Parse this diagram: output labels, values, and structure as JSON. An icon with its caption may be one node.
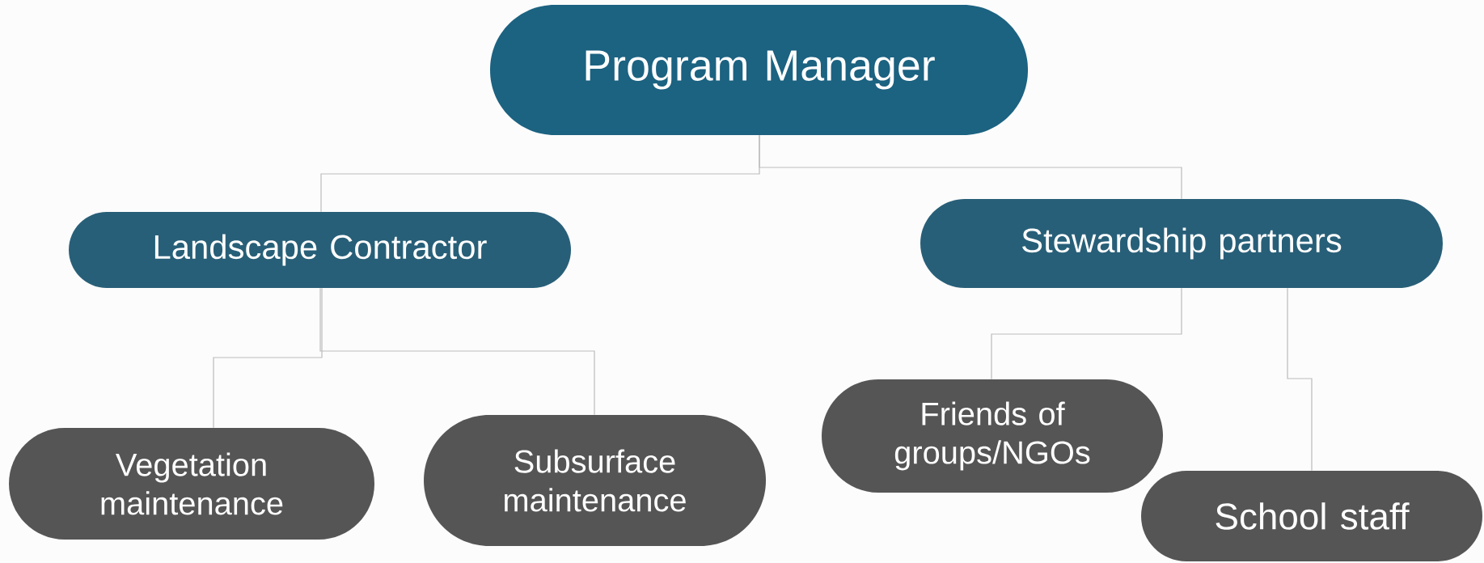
{
  "diagram": {
    "nodes": [
      {
        "text": [
          "Program Manager"
        ]
      },
      {
        "text": [
          "Landscape Contractor"
        ]
      },
      {
        "text": [
          "Stewardship partners"
        ]
      },
      {
        "text": [
          "Vegetation maintenance"
        ]
      },
      {
        "text": [
          "Subsurface maintenance"
        ]
      },
      {
        "text": [
          "Friends of groups/NGOs"
        ]
      },
      {
        "text": [
          "School staff"
        ]
      }
    ],
    "edges": [
      {
        "from": 0,
        "to": 1,
        "arrow": "none"
      },
      {
        "from": 0,
        "to": 2,
        "arrow": "none"
      },
      {
        "from": 1,
        "to": 3,
        "arrow": "none"
      },
      {
        "from": 1,
        "to": 4,
        "arrow": "none"
      },
      {
        "from": 2,
        "to": 5,
        "arrow": "none"
      },
      {
        "from": 2,
        "to": 6,
        "arrow": "none"
      }
    ]
  }
}
